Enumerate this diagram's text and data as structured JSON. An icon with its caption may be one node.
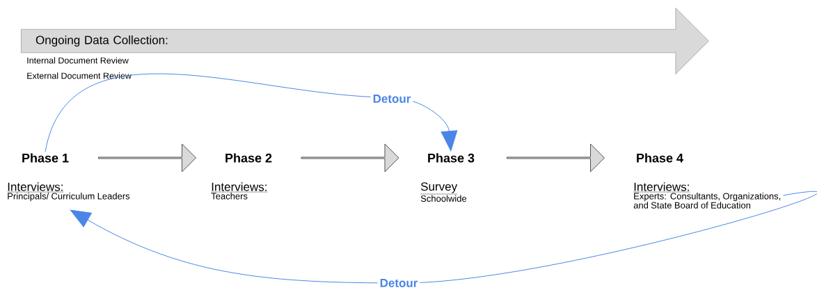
{
  "diagram": {
    "nodes": [
      {
        "text": [
          "Ongoing Data Collection:"
        ],
        "beside": [
          "Internal Document Review",
          "External Document Review"
        ]
      },
      {
        "text": [
          "Phase 1"
        ]
      },
      {
        "text": [
          "Interviews:",
          "Principals/ Curriculum Leaders"
        ]
      },
      {
        "text": [
          "Phase 2"
        ]
      },
      {
        "text": [
          "Interviews:",
          "Teachers"
        ]
      },
      {
        "text": [
          "Phase 3"
        ]
      },
      {
        "text": [
          "Survey",
          "Schoolwide"
        ]
      },
      {
        "text": [
          "Phase 4"
        ]
      },
      {
        "text": [
          "Interviews:",
          "Experts: Consultants, Organizations, and State Board of Education"
        ]
      }
    ],
    "edges": [
      {
        "from": 1,
        "to": 3,
        "arrow": "to"
      },
      {
        "from": 3,
        "to": 5,
        "arrow": "to"
      },
      {
        "from": 5,
        "to": 7,
        "arrow": "to"
      },
      {
        "from": 1,
        "to": 5,
        "arrow": "to",
        "label": "Detour",
        "color": "#4a86e8"
      },
      {
        "from": 8,
        "to": 2,
        "arrow": "to",
        "label": "Detour",
        "color": "#4a86e8"
      }
    ]
  }
}
